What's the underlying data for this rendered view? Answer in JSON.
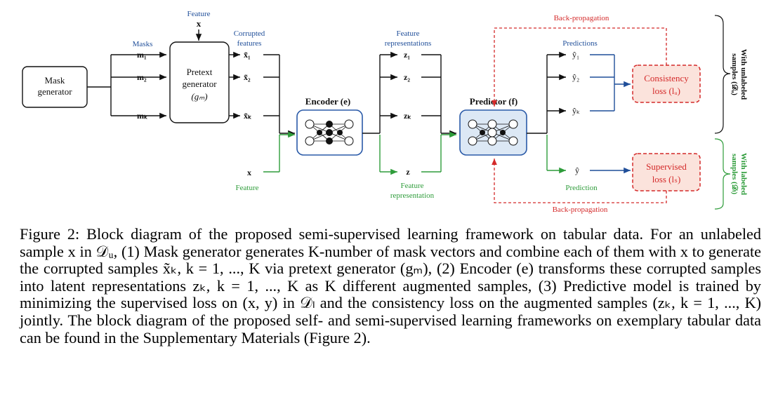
{
  "diagram": {
    "mask_generator": [
      "Mask",
      "generator"
    ],
    "feature_top": {
      "title": "Feature",
      "symbol": "x"
    },
    "masks_label": "Masks",
    "masks": [
      "m₁",
      "m₂",
      "mₖ"
    ],
    "pretext_generator": [
      "Pretext",
      "generator",
      "(gₘ)"
    ],
    "corrupted_features_label": [
      "Corrupted",
      "features"
    ],
    "corrupted": [
      "x̃₁",
      "x̃₂",
      "x̃ₖ"
    ],
    "feature_x": "x",
    "feature_label": "Feature",
    "encoder_label": "Encoder (e)",
    "feature_repr_label": [
      "Feature",
      "representations"
    ],
    "z_list": [
      "z₁",
      "z₂",
      "zₖ"
    ],
    "z_single": "z",
    "feature_representation_label": [
      "Feature",
      "representation"
    ],
    "predictor_label": "Predictor (f)",
    "predictions_label": "Predictions",
    "y_hats": [
      "ŷ₁",
      "ŷ₂",
      "ŷₖ"
    ],
    "y_hat": "ŷ",
    "prediction_label": "Prediction",
    "consistency_loss": [
      "Consistency",
      "loss (lᵤ)"
    ],
    "supervised_loss": [
      "Supervised",
      "loss (lₛ)"
    ],
    "backprop_top": "Back-propagation",
    "backprop_bottom": "Back-propagation",
    "unlabeled_side": [
      "With unlabeled",
      "samples (𝒟ᵤ)"
    ],
    "labeled_side": [
      "With labeled",
      "samples (𝒟ₗ)"
    ],
    "colors": {
      "blue": "#1f4e99",
      "green": "#2e9c3a",
      "red": "#d42a2a",
      "loss_fill": "#fbe3dc",
      "nn_fill": "#dce8f5",
      "nn_border": "#2a5aa8"
    }
  },
  "caption": {
    "figure_number": "Figure 2:",
    "text": "Block diagram of the proposed semi-supervised learning framework on tabular data. For an unlabeled sample x in 𝒟ᵤ, (1) Mask generator generates K-number of mask vectors and combine each of them with x to generate the corrupted samples x̃ₖ, k = 1, ..., K via pretext generator (gₘ), (2) Encoder (e) transforms these corrupted samples into latent representations zₖ, k = 1, ..., K as K different augmented samples, (3) Predictive model is trained by minimizing the supervised loss on (x, y) in 𝒟ₗ and the consistency loss on the augmented samples (zₖ, k = 1, ..., K) jointly. The block diagram of the proposed self- and semi-supervised learning frameworks on exemplary tabular data can be found in the Supplementary Materials (Figure 2)."
  }
}
